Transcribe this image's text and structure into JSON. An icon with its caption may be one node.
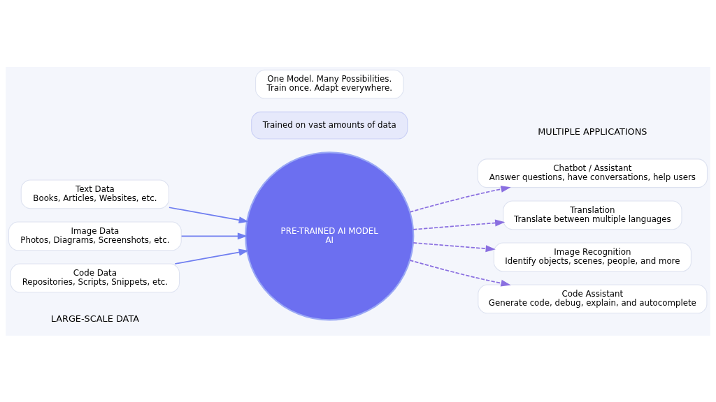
{
  "diagram": {
    "nodes": [
      {
        "text": [
          "Text Data",
          "Books, Articles, Websites, etc."
        ]
      },
      {
        "text": [
          "Image Data",
          "Photos, Diagrams, Screenshots, etc."
        ]
      },
      {
        "text": [
          "Code Data",
          "Repositories, Scripts, Snippets, etc."
        ]
      },
      {
        "text": [
          "PRE-TRAINED AI MODEL",
          "AI"
        ]
      },
      {
        "text": [
          "Trained on vast amounts of data"
        ]
      },
      {
        "text": [
          "Chatbot / Assistant",
          "Answer questions, have conversations, help users"
        ]
      },
      {
        "text": [
          "Translation",
          "Translate between multiple languages"
        ]
      },
      {
        "text": [
          "Image Recognition",
          "Identify objects, scenes, people, and more"
        ]
      },
      {
        "text": [
          "Code Assistant",
          "Generate code, debug, explain, and autocomplete"
        ]
      },
      {
        "text": [
          "One Model. Many Possibilities.",
          "Train once. Adapt everywhere."
        ]
      }
    ],
    "edges": [
      {
        "from": 0,
        "to": 3,
        "arrow": "to"
      },
      {
        "from": 1,
        "to": 3,
        "arrow": "to"
      },
      {
        "from": 2,
        "to": 3,
        "arrow": "to"
      },
      {
        "from": 3,
        "to": 5,
        "arrow": "to",
        "style": "dashed"
      },
      {
        "from": 3,
        "to": 6,
        "arrow": "to",
        "style": "dashed"
      },
      {
        "from": 3,
        "to": 7,
        "arrow": "to",
        "style": "dashed"
      },
      {
        "from": 3,
        "to": 8,
        "arrow": "to",
        "style": "dashed"
      }
    ],
    "labels": [
      "LARGE-SCALE DATA",
      "MULTIPLE APPLICATIONS"
    ]
  }
}
